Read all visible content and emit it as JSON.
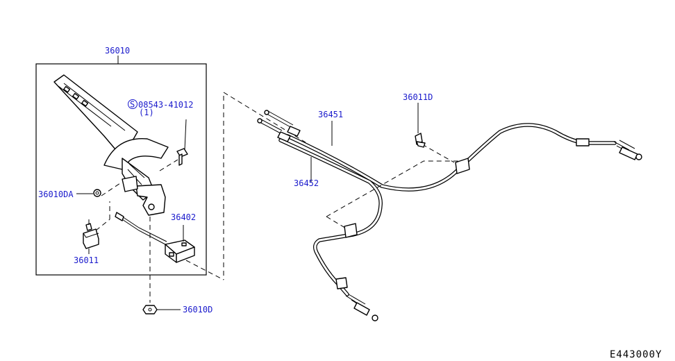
{
  "labels": {
    "lever_assembly": "36010",
    "bolt_part": "08543-41012",
    "bolt_qty": "(1)",
    "bolt_symbol": "S",
    "nut_da": "36010DA",
    "switch": "36011",
    "bracket": "36402",
    "nut_d": "36010D",
    "clip": "36011D",
    "cable_right": "36451",
    "cable_left": "36452"
  },
  "diagram_code": "E443000Y",
  "colors": {
    "label": "#1a1acc",
    "line": "#000000",
    "background": "#ffffff"
  }
}
